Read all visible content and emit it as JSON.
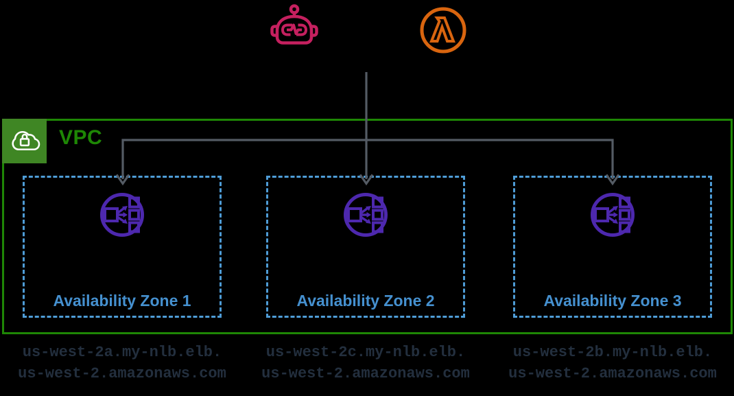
{
  "colors": {
    "background": "#000000",
    "chatbot_pink": "#C5205F",
    "lambda_orange": "#D9650F",
    "vpc_green_border": "#1E8705",
    "vpc_green_fill": "#3F8624",
    "az_border_blue": "#4E9CD6",
    "az_label_blue": "#4590CF",
    "load_balancer_purple": "#4D28AE",
    "connector_gray": "#545B64",
    "dns_text": "#232F3E"
  },
  "icons": {
    "chatbot": "chatbot-robot-icon",
    "lambda": "aws-lambda-icon",
    "vpc": "vpc-cloud-lock-icon",
    "load_balancer": "elastic-load-balancing-icon"
  },
  "vpc": {
    "label": "VPC"
  },
  "zones": [
    {
      "label": "Availability Zone 1",
      "dns_line1": "us-west-2a.my-nlb.elb.",
      "dns_line2": "us-west-2.amazonaws.com"
    },
    {
      "label": "Availability Zone 2",
      "dns_line1": "us-west-2c.my-nlb.elb.",
      "dns_line2": "us-west-2.amazonaws.com"
    },
    {
      "label": "Availability Zone 3",
      "dns_line1": "us-west-2b.my-nlb.elb.",
      "dns_line2": "us-west-2.amazonaws.com"
    }
  ]
}
